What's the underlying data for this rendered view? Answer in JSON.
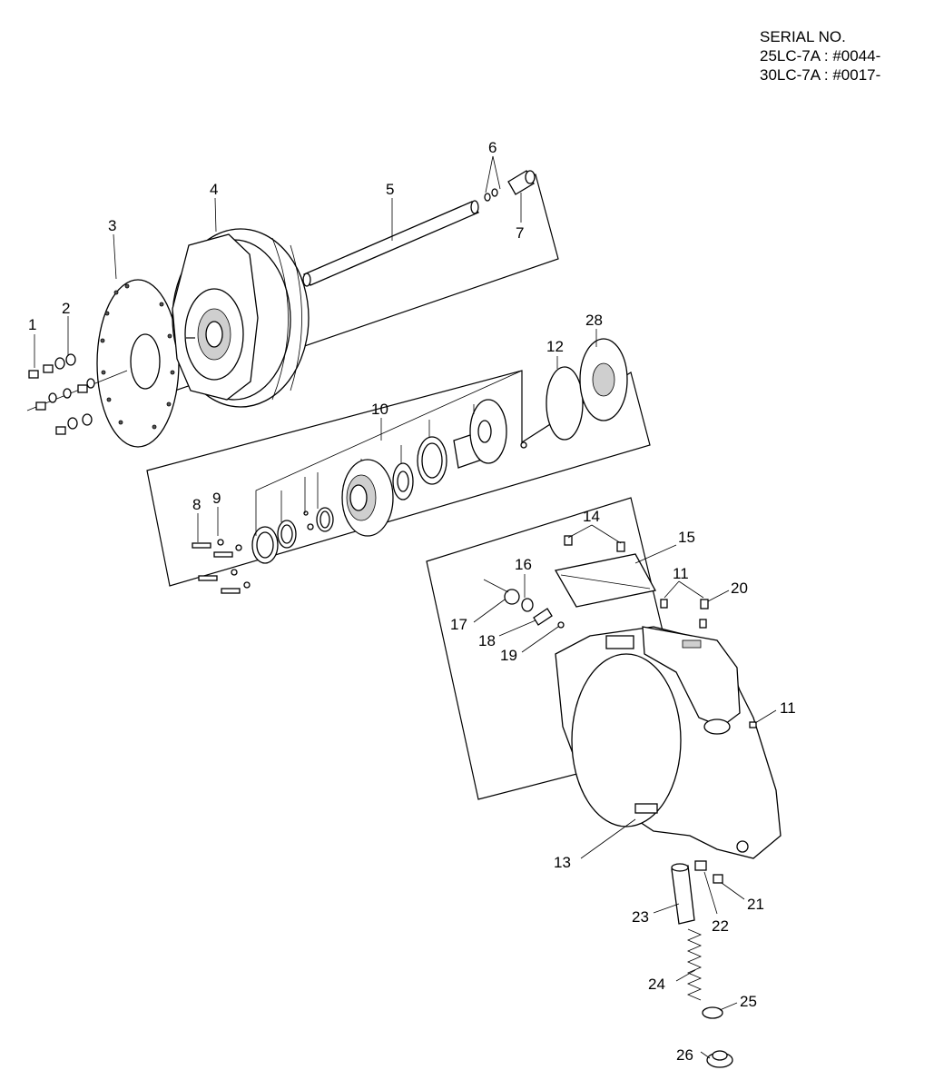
{
  "serial": {
    "line1": "SERIAL NO.",
    "line2": "25LC-7A : #0044-",
    "line3": "30LC-7A : #0017-"
  },
  "callouts": {
    "p1": "1",
    "p2": "2",
    "p3": "3",
    "p4": "4",
    "p5": "5",
    "p6": "6",
    "p7": "7",
    "p8": "8",
    "p9": "9",
    "p10": "10",
    "p11a": "11",
    "p11b": "11",
    "p12": "12",
    "p13": "13",
    "p14": "14",
    "p15": "15",
    "p16": "16",
    "p17": "17",
    "p18": "18",
    "p19": "19",
    "p20": "20",
    "p21": "21",
    "p22": "22",
    "p23": "23",
    "p24": "24",
    "p25": "25",
    "p26": "26",
    "p28": "28"
  }
}
